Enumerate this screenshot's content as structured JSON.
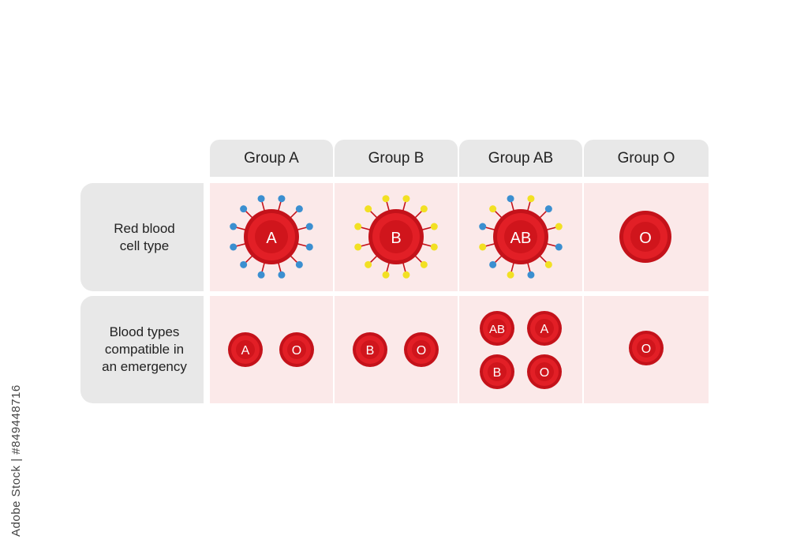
{
  "columns": [
    "Group A",
    "Group B",
    "Group AB",
    "Group O"
  ],
  "rows": [
    "Red blood\ncell type",
    "Blood types\ncompatible in\nan emergency"
  ],
  "cells": {
    "a_type": "A",
    "b_type": "B",
    "ab_type": "AB",
    "o_type": "O",
    "a_compat": [
      "A",
      "O"
    ],
    "b_compat": [
      "B",
      "O"
    ],
    "ab_compat": [
      "AB",
      "A",
      "B",
      "O"
    ],
    "o_compat": [
      "O"
    ]
  },
  "colors": {
    "cell_red": "#d9181f",
    "antigen_a": "#3b8fd0",
    "antigen_b": "#f2e023",
    "header_bg": "#e8e8e8",
    "cell_bg": "#fbe9e9"
  },
  "watermark": "#849448716",
  "stock_label": "Adobe Stock"
}
